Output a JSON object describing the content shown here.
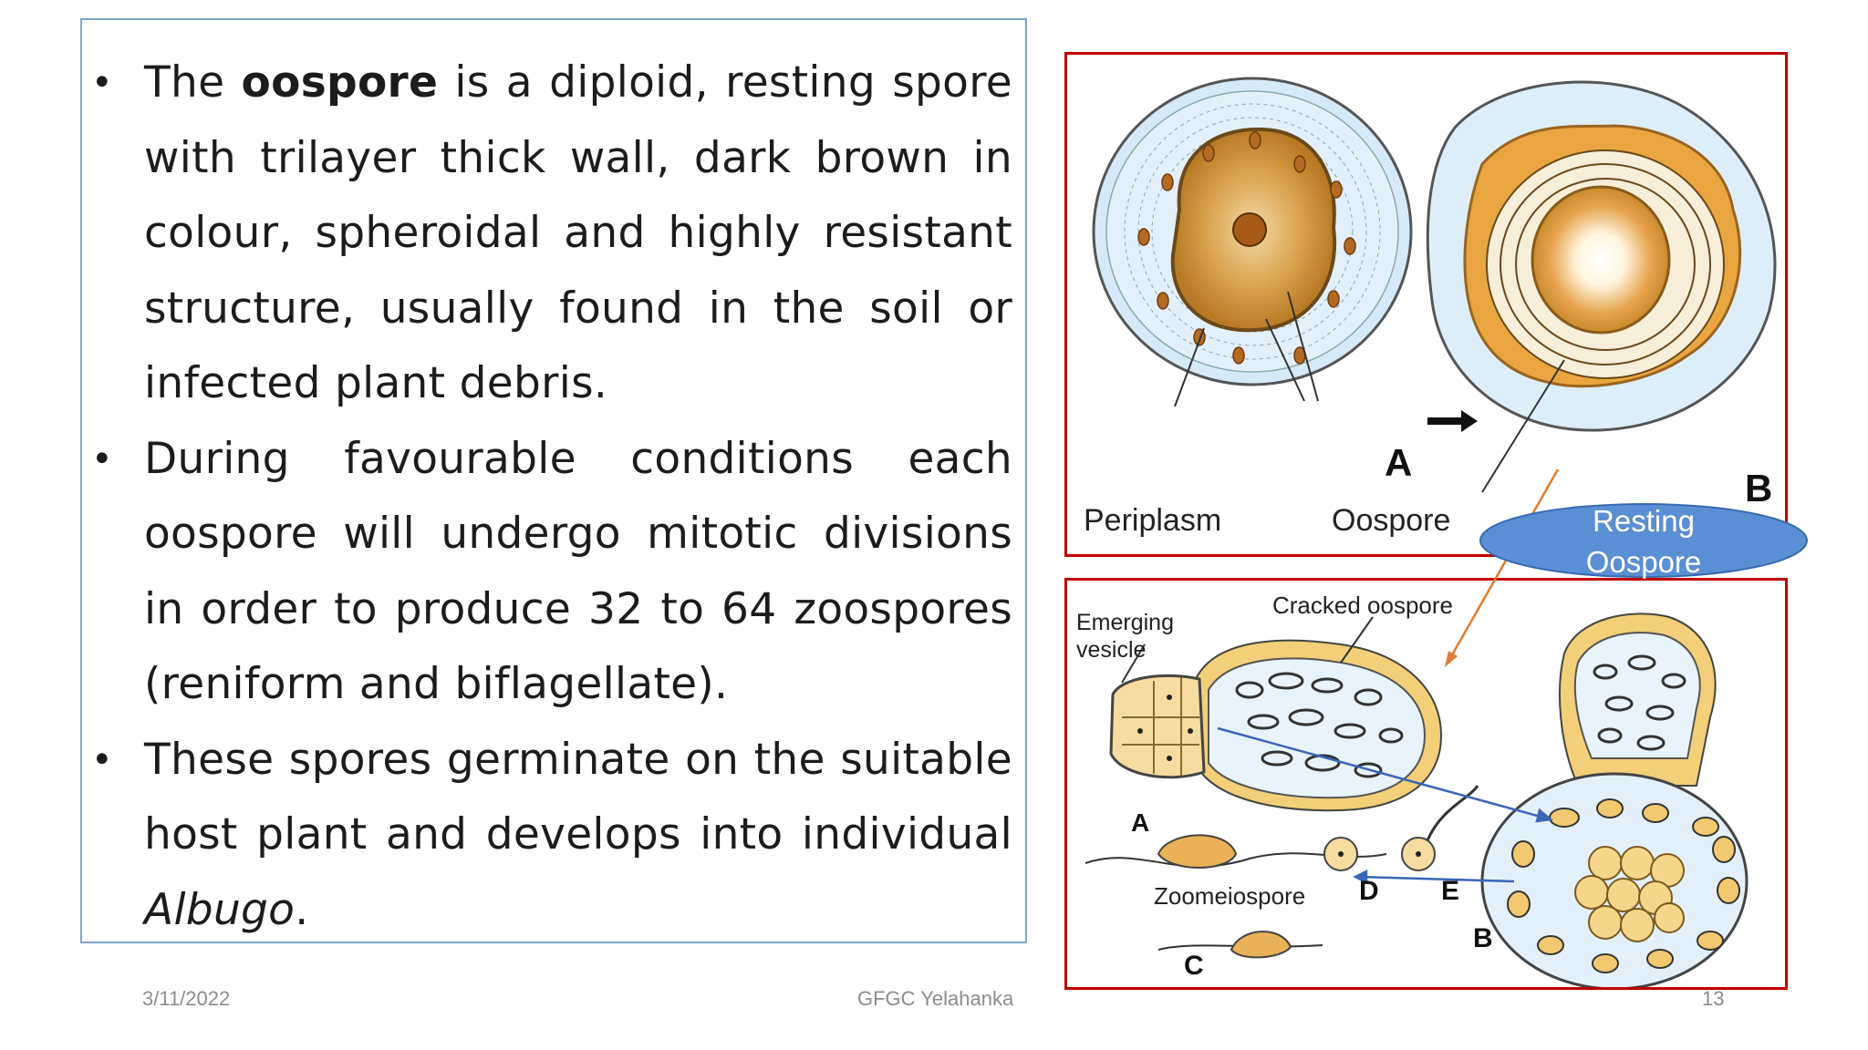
{
  "bullets": [
    {
      "parts": [
        {
          "t": "The ",
          "s": "n"
        },
        {
          "t": "oospore",
          "s": "b"
        },
        {
          "t": " is a diploid, resting spore with trilayer thick wall, dark brown in colour, spheroidal and highly resistant structure, usually found in the soil or infected plant debris.",
          "s": "n"
        }
      ]
    },
    {
      "parts": [
        {
          "t": "During favourable conditions each oospore will undergo mitotic divisions in order to produce 32 to 64 zoospores (reniform and biflagellate).",
          "s": "n"
        }
      ]
    },
    {
      "parts": [
        {
          "t": "These spores germinate on the suitable host plant and develops into individual ",
          "s": "n"
        },
        {
          "t": "Albugo",
          "s": "i"
        },
        {
          "t": ".",
          "s": "n"
        }
      ]
    }
  ],
  "figure_top": {
    "labels": {
      "periplasm": "Periplasm",
      "oospore": "Oospore",
      "a": "A",
      "b": "B"
    }
  },
  "figure_bottom": {
    "labels": {
      "emerging": "Emerging",
      "vesicle": "vesicle",
      "cracked": "Cracked oospore",
      "a": "A",
      "zoomeiospore": "Zoomeiospore",
      "d": "D",
      "e": "E",
      "b": "B",
      "c": "C"
    }
  },
  "callout": {
    "line1": "Resting",
    "line2": "Oospore"
  },
  "footer": {
    "date": "3/11/2022",
    "center": "GFGC Yelahanka",
    "page": "13"
  },
  "colors": {
    "box_border": "#7ea6c9",
    "figure_border": "#c00000",
    "callout_fill": "#5b8fd3",
    "callout_arrow": "#e07b30",
    "blue_arrow": "#3b66b8",
    "cytoplasm": "#c98b2e",
    "periplasm": "#dbeaf6"
  }
}
